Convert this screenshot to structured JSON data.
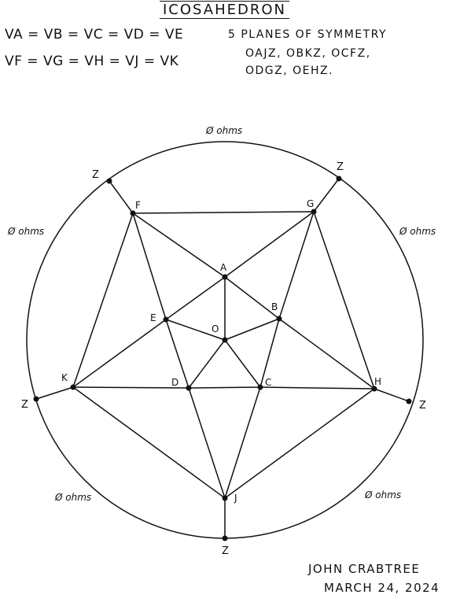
{
  "title": "ICOSAHEDRON",
  "equations": {
    "line1": "VA = VB = VC = VD = VE",
    "line2": "VF = VG = VH = VJ = VK"
  },
  "symmetry": {
    "title": "5 PLANES OF SYMMETRY",
    "line1": "OAJZ, OBKZ, OCFZ,",
    "line2": "ODGZ, OEHZ."
  },
  "vertices": {
    "A": "A",
    "B": "B",
    "C": "C",
    "D": "D",
    "E": "E",
    "O": "O",
    "F": "F",
    "G": "G",
    "H": "H",
    "J": "J",
    "K": "K"
  },
  "z_label": "Z",
  "resistance_label": "Ø ohms",
  "author": "JOHN CRABTREE",
  "date": "MARCH 24, 2024"
}
